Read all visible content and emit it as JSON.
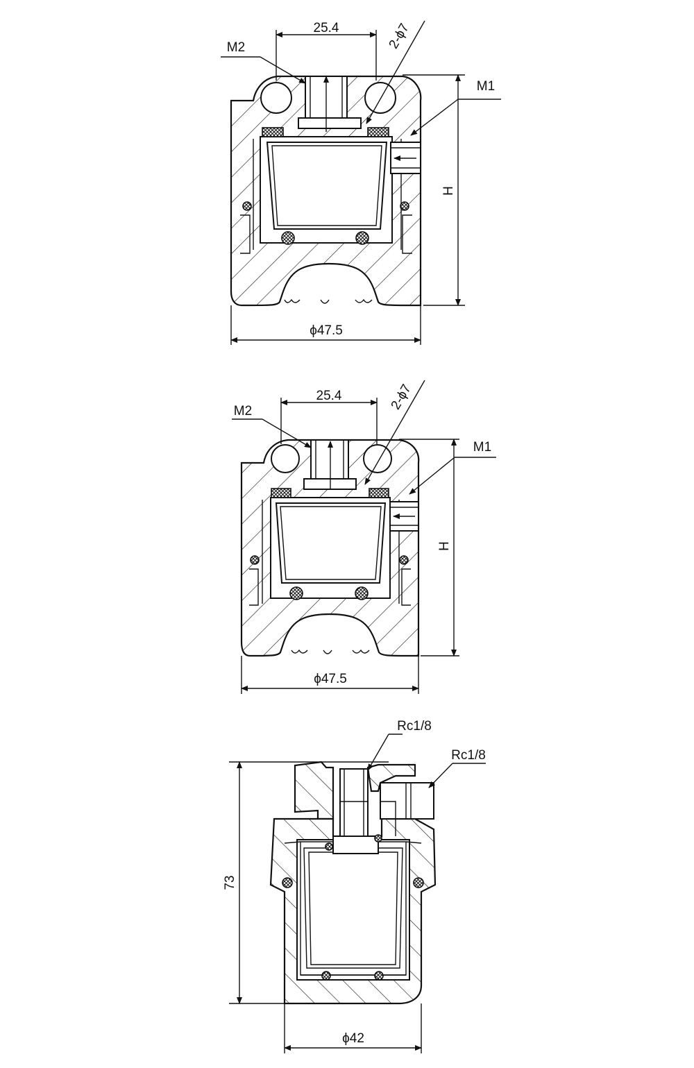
{
  "views": [
    {
      "labels": {
        "top_width": "25.4",
        "holes": "2-ϕ7",
        "port_left": "M2",
        "port_right": "M1",
        "height": "H",
        "diameter": "ϕ47.5"
      }
    },
    {
      "labels": {
        "top_width": "25.4",
        "holes": "2-ϕ7",
        "port_left": "M2",
        "port_right": "M1",
        "height": "H",
        "diameter": "ϕ47.5"
      }
    },
    {
      "labels": {
        "port_top": "Rc1/8",
        "port_side": "Rc1/8",
        "height": "73",
        "diameter": "ϕ42"
      }
    }
  ]
}
